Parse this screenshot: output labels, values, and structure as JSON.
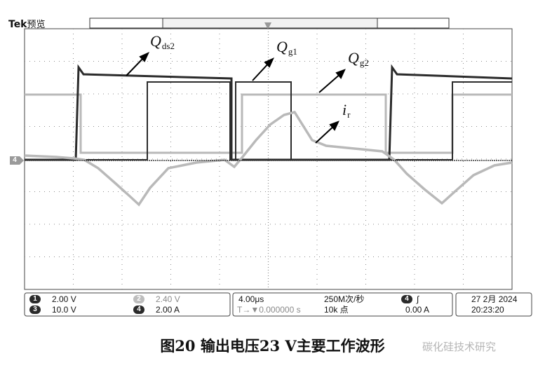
{
  "scope": {
    "brand": "Tek",
    "mode": "预览",
    "trace_labels": {
      "qds2": {
        "main": "Q",
        "sub": "ds2"
      },
      "qg1": {
        "main": "Q",
        "sub": "g1"
      },
      "qg2": {
        "main": "Q",
        "sub": "g2"
      },
      "ir": {
        "main": "i",
        "sub": "r"
      }
    },
    "ground_marker": "4",
    "status": {
      "ch1_num": "1",
      "ch1_scale": "2.00 V",
      "ch2_num": "2",
      "ch2_scale": "2.40 V",
      "ch3_num": "3",
      "ch3_scale": "10.0 V",
      "ch4_num": "4",
      "ch4_scale": "2.00 A",
      "timebase": "4.00μs",
      "sample_rate": "250M次/秒",
      "trigger_delay": "T→▼0.000000 s",
      "record_length": "10k 点",
      "trigger_channel": "4",
      "trigger_slope": "∫",
      "trigger_level": "0.00 A",
      "date": "27 2月 2024",
      "time": "20:23:20"
    },
    "colors": {
      "dark_trace": "#2b2b2b",
      "light_trace": "#b9b9b9",
      "grid": "#8c8c8c"
    }
  },
  "caption": "图20  输出电压23 V主要工作波形",
  "watermark": "碳化硅技术研究"
}
